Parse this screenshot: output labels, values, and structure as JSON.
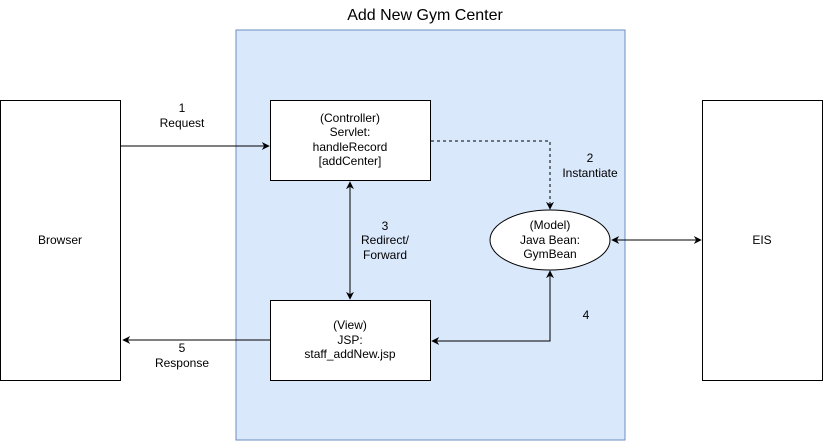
{
  "title": "Add New Gym Center",
  "colors": {
    "container_fill": "#dae8fc",
    "container_stroke": "#6c8ebf",
    "box_fill": "#ffffff",
    "line": "#000000"
  },
  "nodes": {
    "browser": {
      "label": "Browser"
    },
    "eis": {
      "label": "EIS"
    },
    "controller": {
      "lines": [
        "(Controller)",
        "Servlet:",
        "handleRecord",
        "[addCenter]"
      ]
    },
    "model": {
      "lines": [
        "(Model)",
        "Java Bean:",
        "GymBean"
      ]
    },
    "view": {
      "lines": [
        "(View)",
        "JSP:",
        "staff_addNew.jsp"
      ]
    }
  },
  "edges": {
    "request": {
      "lines": [
        "1",
        "Request"
      ]
    },
    "instantiate": {
      "lines": [
        "2",
        "Instantiate"
      ]
    },
    "redirect": {
      "lines": [
        "3",
        "Redirect/",
        "Forward"
      ]
    },
    "model_view": {
      "lines": [
        "4"
      ]
    },
    "response": {
      "lines": [
        "5",
        "Response"
      ]
    }
  }
}
